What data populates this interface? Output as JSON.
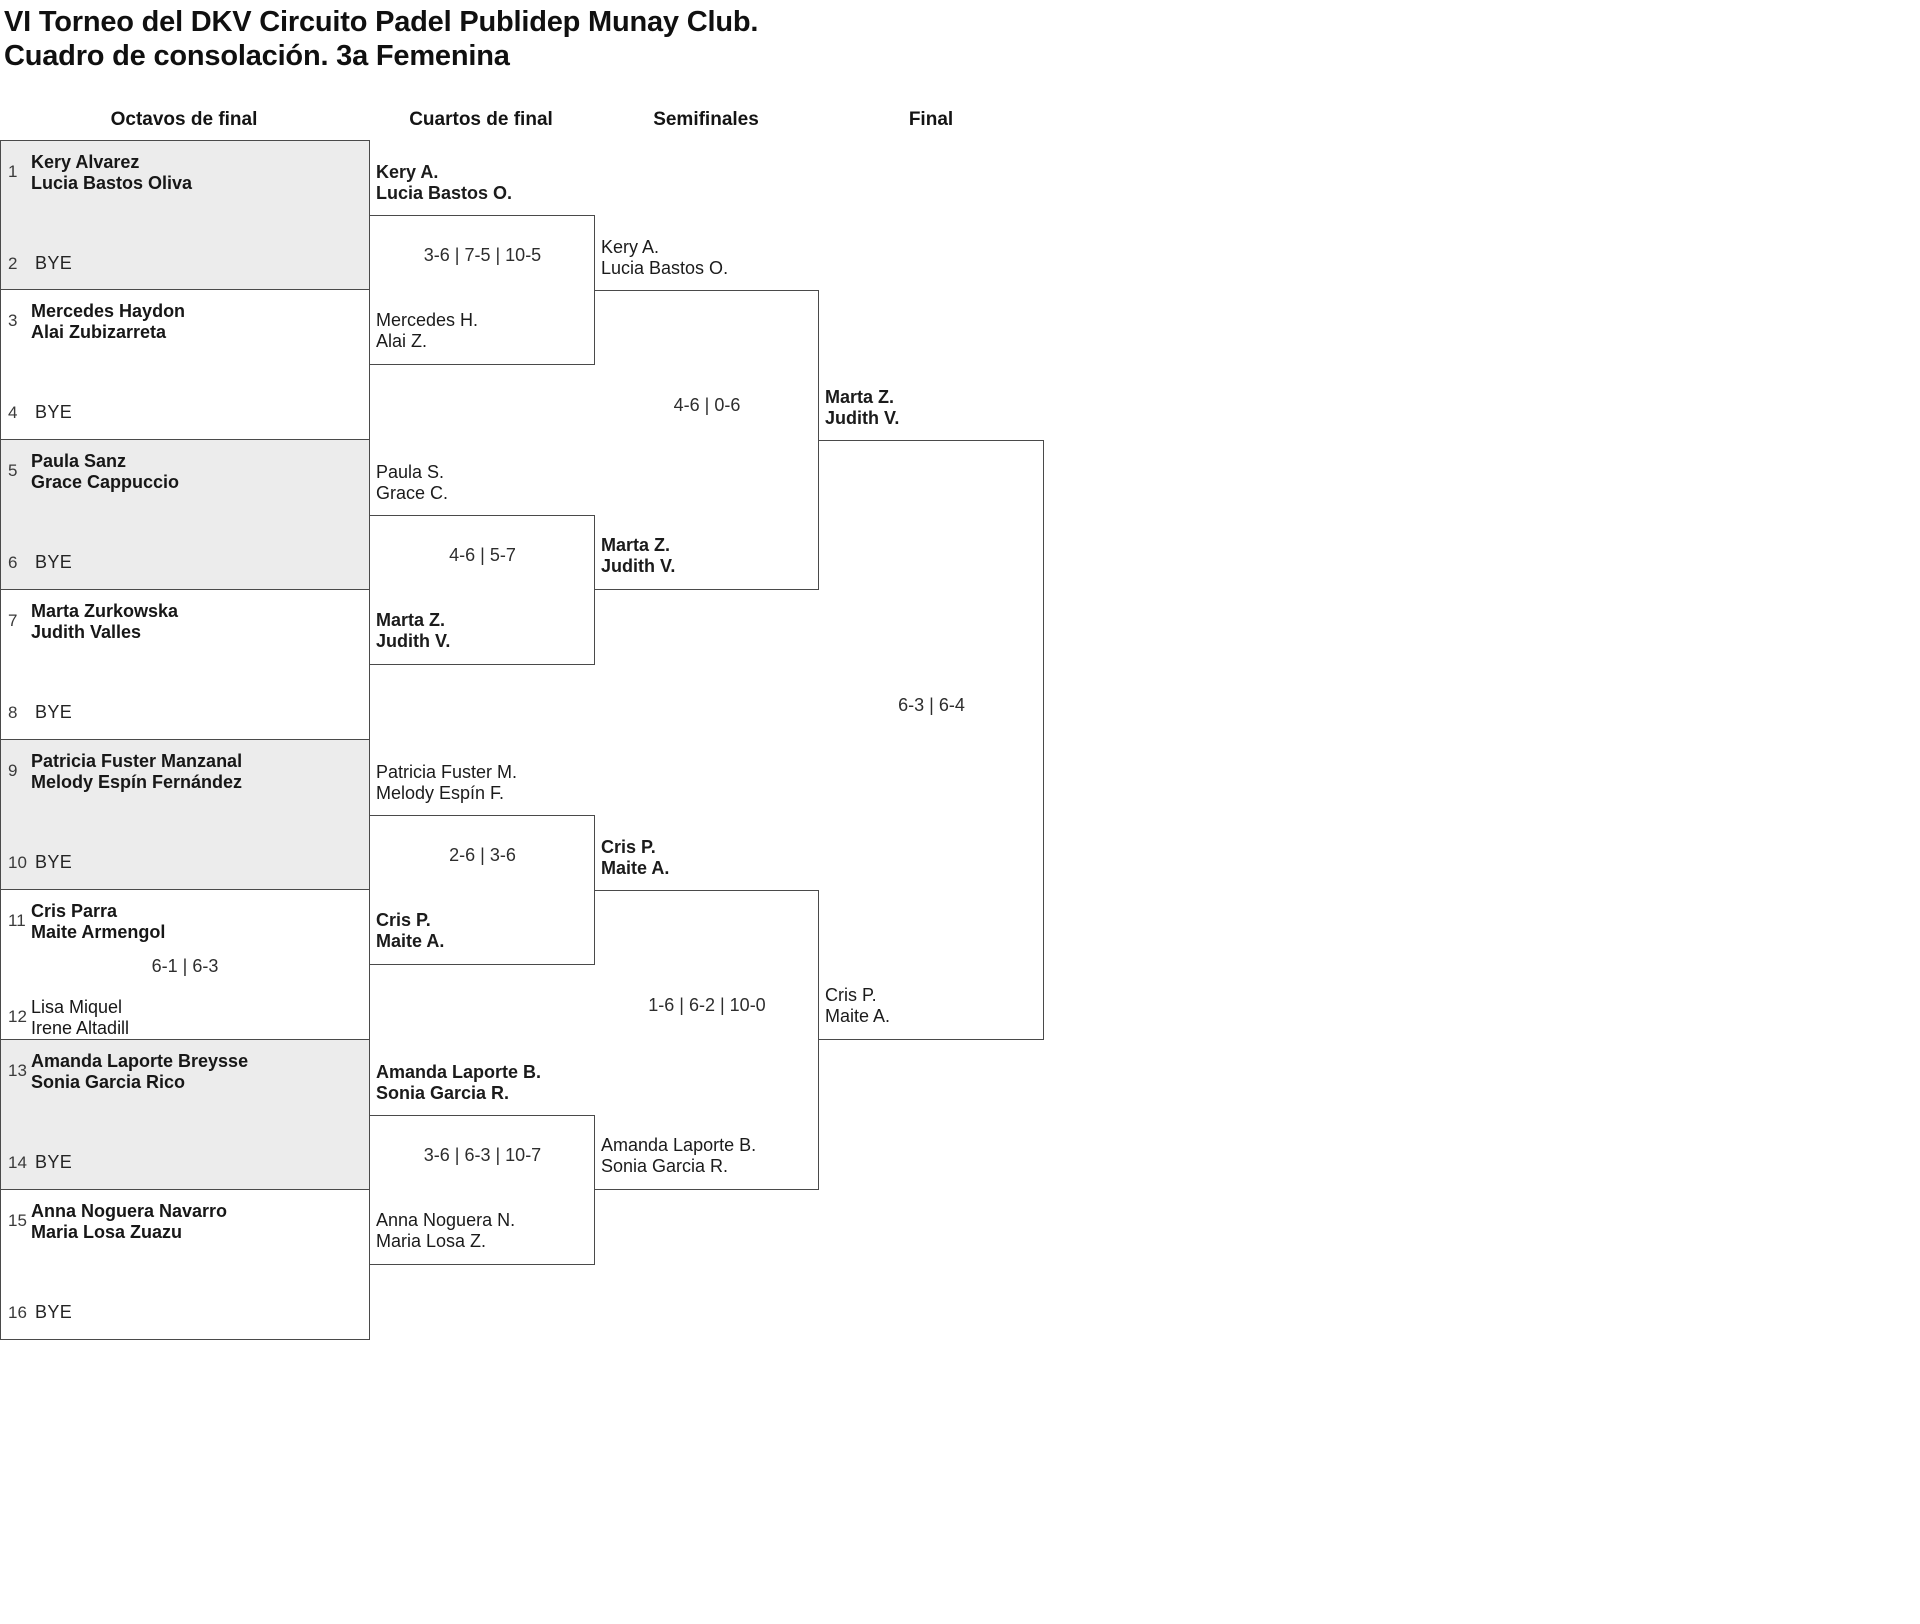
{
  "title": {
    "line1": "VI Torneo del DKV Circuito Padel Publidep Munay Club.",
    "line2": "Cuadro de consolación. 3a Femenina"
  },
  "rounds_headers": [
    "Octavos de final",
    "Cuartos de final",
    "Semifinales",
    "Final"
  ],
  "bye_label": "BYE",
  "octavos": [
    {
      "shaded": true,
      "top": {
        "seed": "1",
        "line1": "Kery Alvarez",
        "line2": "Lucia Bastos Oliva",
        "winner": true
      },
      "bottom": {
        "seed": "2",
        "bye": true
      }
    },
    {
      "shaded": false,
      "top": {
        "seed": "3",
        "line1": "Mercedes Haydon",
        "line2": "Alai Zubizarreta",
        "winner": true
      },
      "bottom": {
        "seed": "4",
        "bye": true
      }
    },
    {
      "shaded": true,
      "top": {
        "seed": "5",
        "line1": "Paula Sanz",
        "line2": "Grace Cappuccio",
        "winner": true
      },
      "bottom": {
        "seed": "6",
        "bye": true
      }
    },
    {
      "shaded": false,
      "top": {
        "seed": "7",
        "line1": "Marta Zurkowska",
        "line2": "Judith Valles",
        "winner": true
      },
      "bottom": {
        "seed": "8",
        "bye": true
      }
    },
    {
      "shaded": true,
      "top": {
        "seed": "9",
        "line1": "Patricia Fuster Manzanal",
        "line2": "Melody Espín Fernández",
        "winner": true
      },
      "bottom": {
        "seed": "10",
        "bye": true
      }
    },
    {
      "shaded": false,
      "top": {
        "seed": "11",
        "line1": "Cris Parra",
        "line2": "Maite Armengol",
        "winner": true
      },
      "score": "6-1 | 6-3",
      "bottom": {
        "seed": "12",
        "bye": false,
        "line1": "Lisa Miquel",
        "line2": "Irene Altadill",
        "winner": false
      }
    },
    {
      "shaded": true,
      "top": {
        "seed": "13",
        "line1": "Amanda Laporte Breysse",
        "line2": "Sonia Garcia Rico",
        "winner": true
      },
      "bottom": {
        "seed": "14",
        "bye": true
      }
    },
    {
      "shaded": false,
      "top": {
        "seed": "15",
        "line1": "Anna Noguera Navarro",
        "line2": "Maria Losa Zuazu",
        "winner": true
      },
      "bottom": {
        "seed": "16",
        "bye": true
      }
    }
  ],
  "cuartos": [
    {
      "score": "3-6 | 7-5 | 10-5",
      "team1": {
        "line1": "Kery A.",
        "line2": "Lucia Bastos O.",
        "winner": true
      },
      "team2": {
        "line1": "Mercedes H.",
        "line2": "Alai Z.",
        "winner": false
      }
    },
    {
      "score": "4-6 | 5-7",
      "team1": {
        "line1": "Paula S.",
        "line2": "Grace C.",
        "winner": false
      },
      "team2": {
        "line1": "Marta Z.",
        "line2": "Judith V.",
        "winner": true
      }
    },
    {
      "score": "2-6 | 3-6",
      "team1": {
        "line1": "Patricia Fuster M.",
        "line2": "Melody Espín F.",
        "winner": false
      },
      "team2": {
        "line1": "Cris P.",
        "line2": "Maite A.",
        "winner": true
      }
    },
    {
      "score": "3-6 | 6-3 | 10-7",
      "team1": {
        "line1": "Amanda Laporte B.",
        "line2": "Sonia Garcia R.",
        "winner": true
      },
      "team2": {
        "line1": "Anna Noguera N.",
        "line2": "Maria Losa Z.",
        "winner": false
      }
    }
  ],
  "semifinales": [
    {
      "score": "4-6 | 0-6",
      "team1": {
        "line1": "Kery A.",
        "line2": "Lucia Bastos O.",
        "winner": false
      },
      "team2": {
        "line1": "Marta Z.",
        "line2": "Judith V.",
        "winner": true
      }
    },
    {
      "score": "1-6 | 6-2 | 10-0",
      "team1": {
        "line1": "Cris P.",
        "line2": "Maite A.",
        "winner": true
      },
      "team2": {
        "line1": "Amanda Laporte B.",
        "line2": "Sonia Garcia R.",
        "winner": false
      }
    }
  ],
  "final": {
    "score": "6-3 | 6-4",
    "team1": {
      "line1": "Marta Z.",
      "line2": "Judith V.",
      "winner": true
    },
    "team2": {
      "line1": "Cris P.",
      "line2": "Maite A.",
      "winner": false
    }
  },
  "colors": {
    "shaded_box": "#ececec",
    "border": "#4a4a4a",
    "text": "#1b1b1b"
  }
}
